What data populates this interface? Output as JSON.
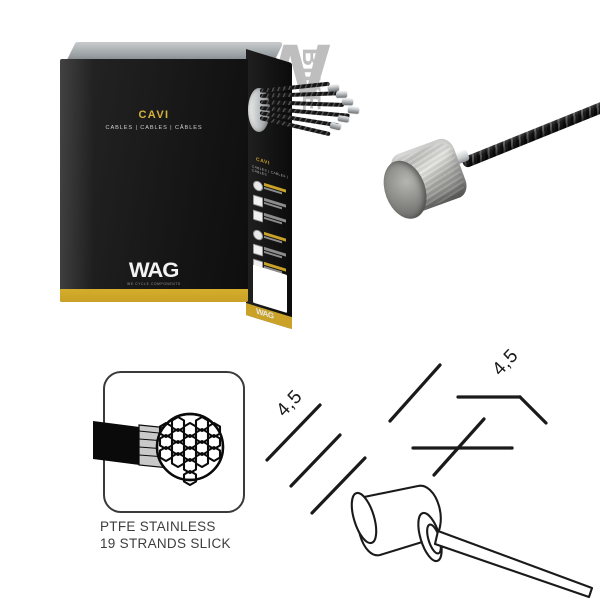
{
  "page": {
    "title": "WAG CAVI bicycle inner cable product sheet",
    "background_color": "#ffffff"
  },
  "watermark": {
    "primary": "W",
    "secondary": "BIKE",
    "color": "#2b2b2b"
  },
  "package": {
    "brand": "WAG",
    "brand_tagline": "WE CYCLE  COMPONENTS",
    "product_name": "CAVI",
    "subtitle": "CABLES | CABLES | CÂBLES",
    "side_product_name": "CAVI",
    "side_subtitle": "CABLES | CABLES | CÂBLES",
    "side_logo": "WAG",
    "accent_color": "#c9a227",
    "body_color": "#161616",
    "feature_rows": 7
  },
  "feature_card": {
    "icon_name": "cable-cross-section-icon",
    "caption_line1": "PTFE STAINLESS",
    "caption_line2": "19 STRANDS SLICK",
    "strand_count": 19
  },
  "technical_drawing": {
    "dimension_left": "4,5",
    "dimension_right": "4,5",
    "unit_implied": "mm",
    "part_name": "barrel-nipple",
    "line_color": "#1a1a1a"
  },
  "photo": {
    "part_name": "cable-with-barrel-nipple",
    "cable_finish": "braided stainless"
  }
}
